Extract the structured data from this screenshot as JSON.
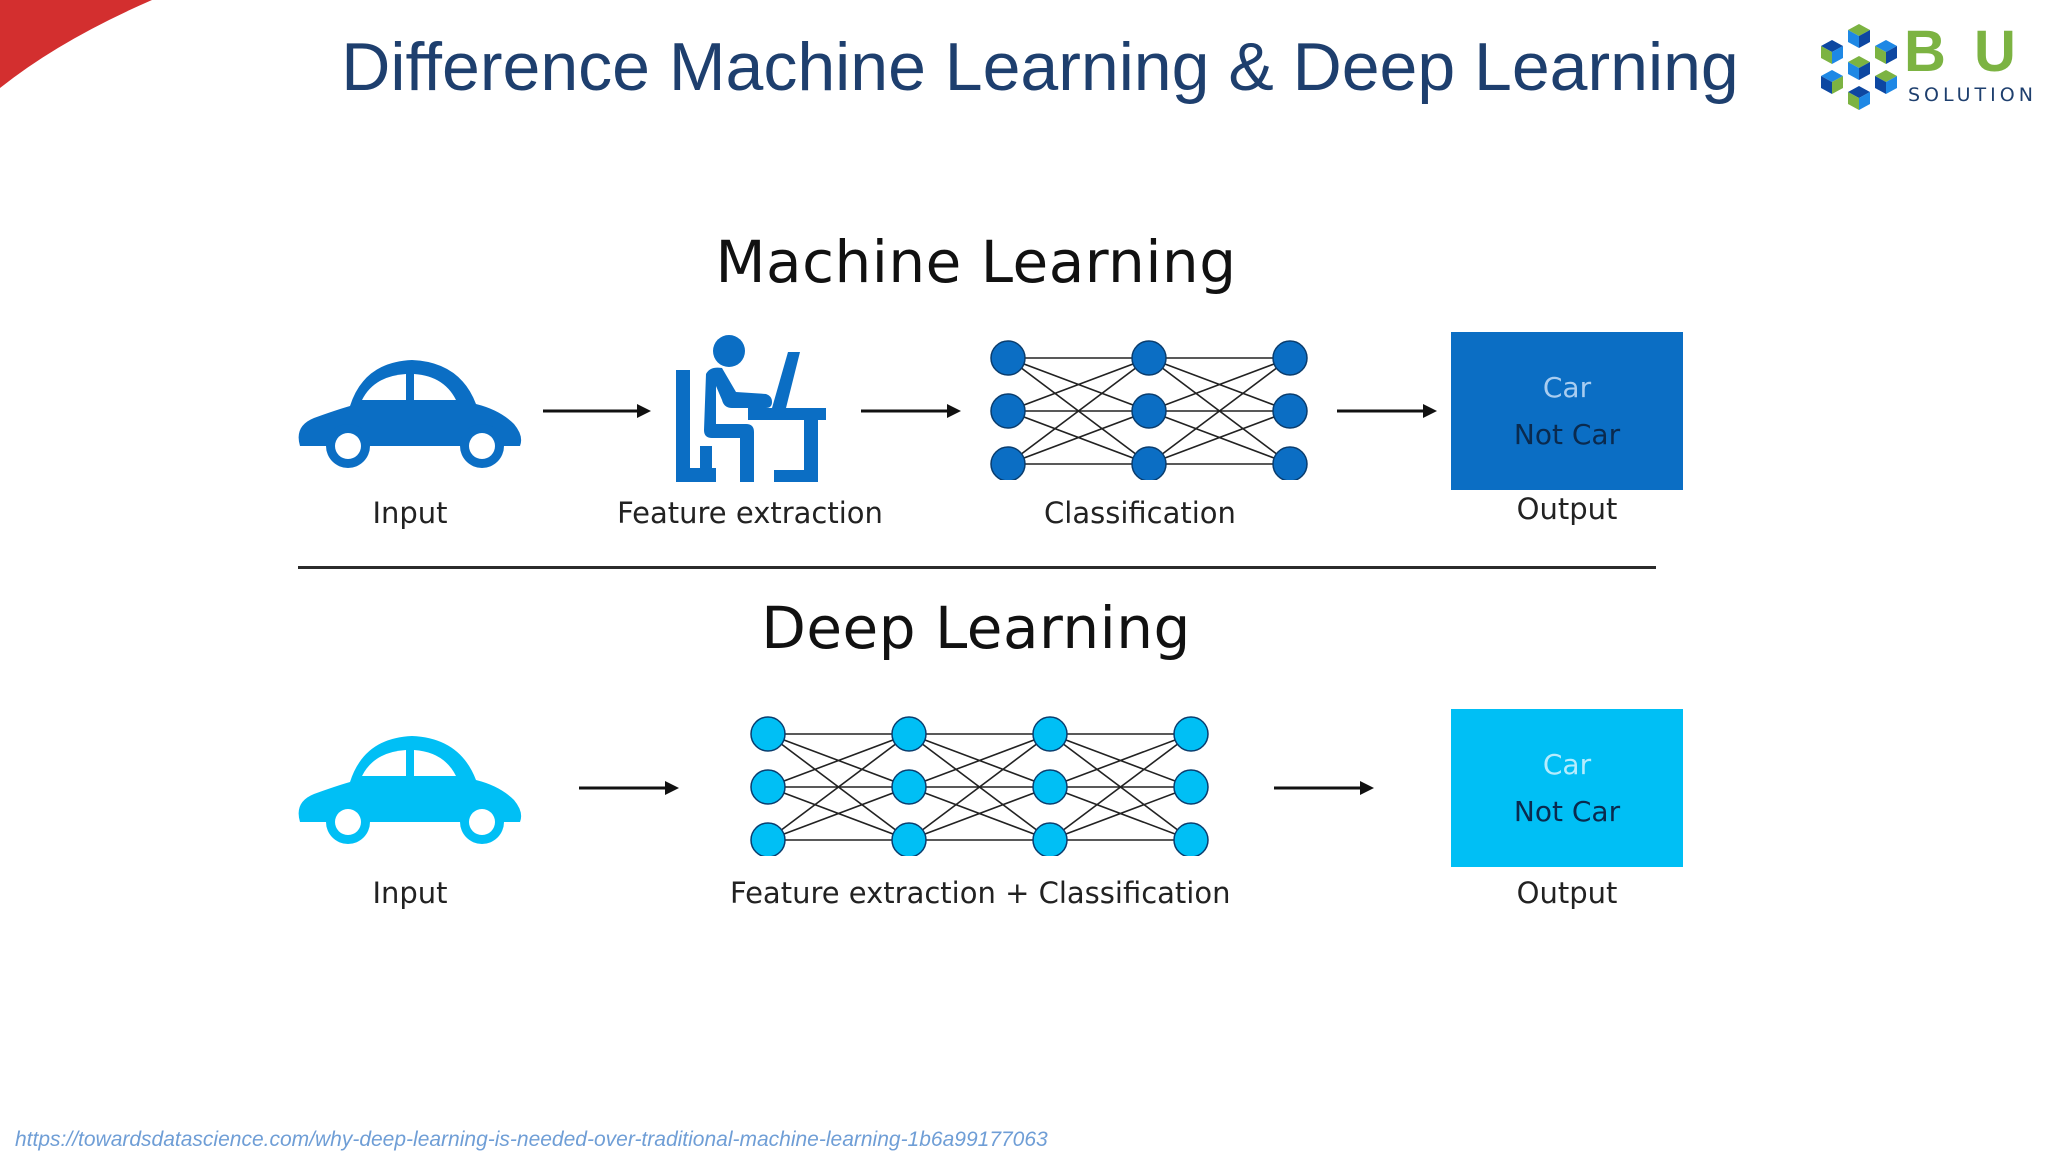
{
  "slide": {
    "title": "Difference Machine Learning & Deep Learning",
    "source_url": "https://towardsdatascience.com/why-deep-learning-is-needed-over-traditional-machine-learning-1b6a99177063"
  },
  "logo": {
    "brand": "B U",
    "subtitle": "SOLUTION",
    "icon": "hexagon-cube-logo",
    "colors": {
      "green": "#7cb342",
      "blue": "#1e88e5",
      "darkblue": "#0d47a1"
    }
  },
  "colors": {
    "ml_blue": "#0b6ec4",
    "dl_cyan": "#00bff5",
    "accent_red": "#d32f2f",
    "title_navy": "#1e3f6e"
  },
  "machine_learning": {
    "title": "Machine Learning",
    "input_label": "Input",
    "feature_label": "Feature extraction",
    "classification_label": "Classification",
    "output_label": "Output",
    "output_options": [
      "Car",
      "Not Car"
    ],
    "network_layers": [
      3,
      3,
      3
    ]
  },
  "deep_learning": {
    "title": "Deep Learning",
    "input_label": "Input",
    "combined_label": "Feature extraction + Classification",
    "output_label": "Output",
    "output_options": [
      "Car",
      "Not Car"
    ],
    "network_layers": [
      3,
      3,
      3,
      3
    ]
  }
}
